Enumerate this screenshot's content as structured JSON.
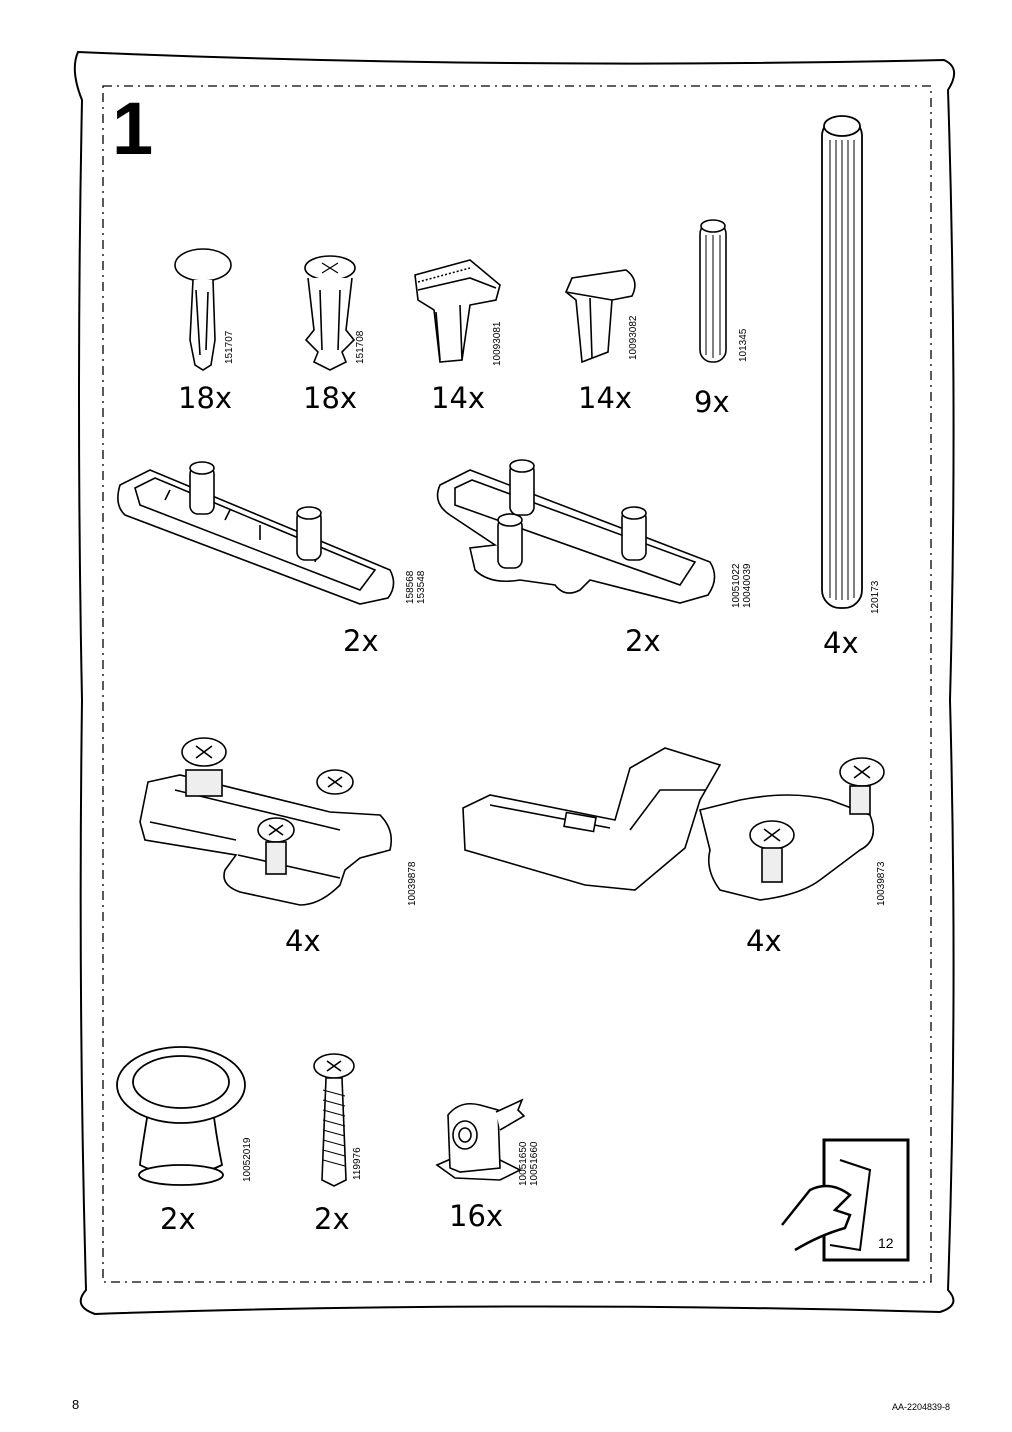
{
  "step_number": "1",
  "page_number": "8",
  "document_id": "AA-2204839-8",
  "next_page_indicator": "12",
  "parts": [
    {
      "id": "p1",
      "quantity": "18x",
      "codes": "151707"
    },
    {
      "id": "p2",
      "quantity": "18x",
      "codes": "151708"
    },
    {
      "id": "p3",
      "quantity": "14x",
      "codes": "10093081"
    },
    {
      "id": "p4",
      "quantity": "14x",
      "codes": "10093082"
    },
    {
      "id": "p5",
      "quantity": "9x",
      "codes": "101345"
    },
    {
      "id": "p6",
      "quantity": "2x",
      "codes": "158568\n153548"
    },
    {
      "id": "p7",
      "quantity": "2x",
      "codes": "10051022\n10040039"
    },
    {
      "id": "p8",
      "quantity": "4x",
      "codes": "120173"
    },
    {
      "id": "p9",
      "quantity": "4x",
      "codes": "10039878"
    },
    {
      "id": "p10",
      "quantity": "4x",
      "codes": "10039873"
    },
    {
      "id": "p11",
      "quantity": "2x",
      "codes": "10052019"
    },
    {
      "id": "p12",
      "quantity": "2x",
      "codes": "119976"
    },
    {
      "id": "p13",
      "quantity": "16x",
      "codes": "10051650\n10051660"
    }
  ]
}
